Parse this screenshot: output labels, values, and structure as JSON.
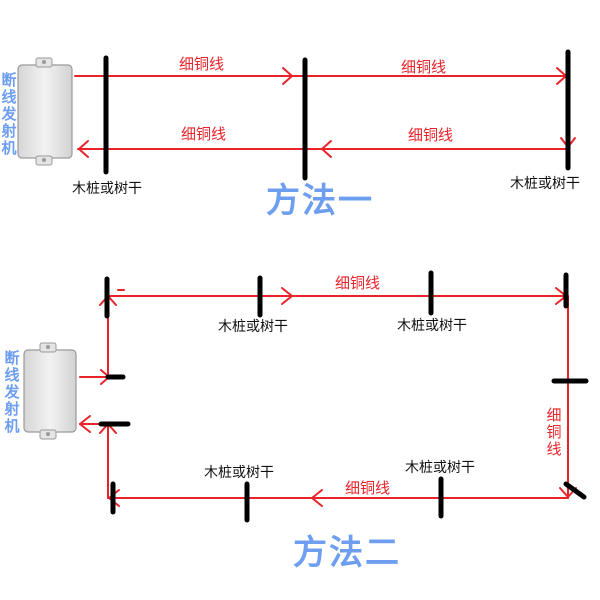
{
  "wire_label": "细铜线",
  "post_label": "木桩或树干",
  "device_label": "断线发射机",
  "method1": {
    "title": "方法一"
  },
  "method2": {
    "title": "方法二"
  },
  "colors": {
    "wire": "#e8232a",
    "post": "#000000",
    "title": "#6e9ef0",
    "device_body": "#e6e6e6",
    "device_edge": "#9a9a9a"
  }
}
